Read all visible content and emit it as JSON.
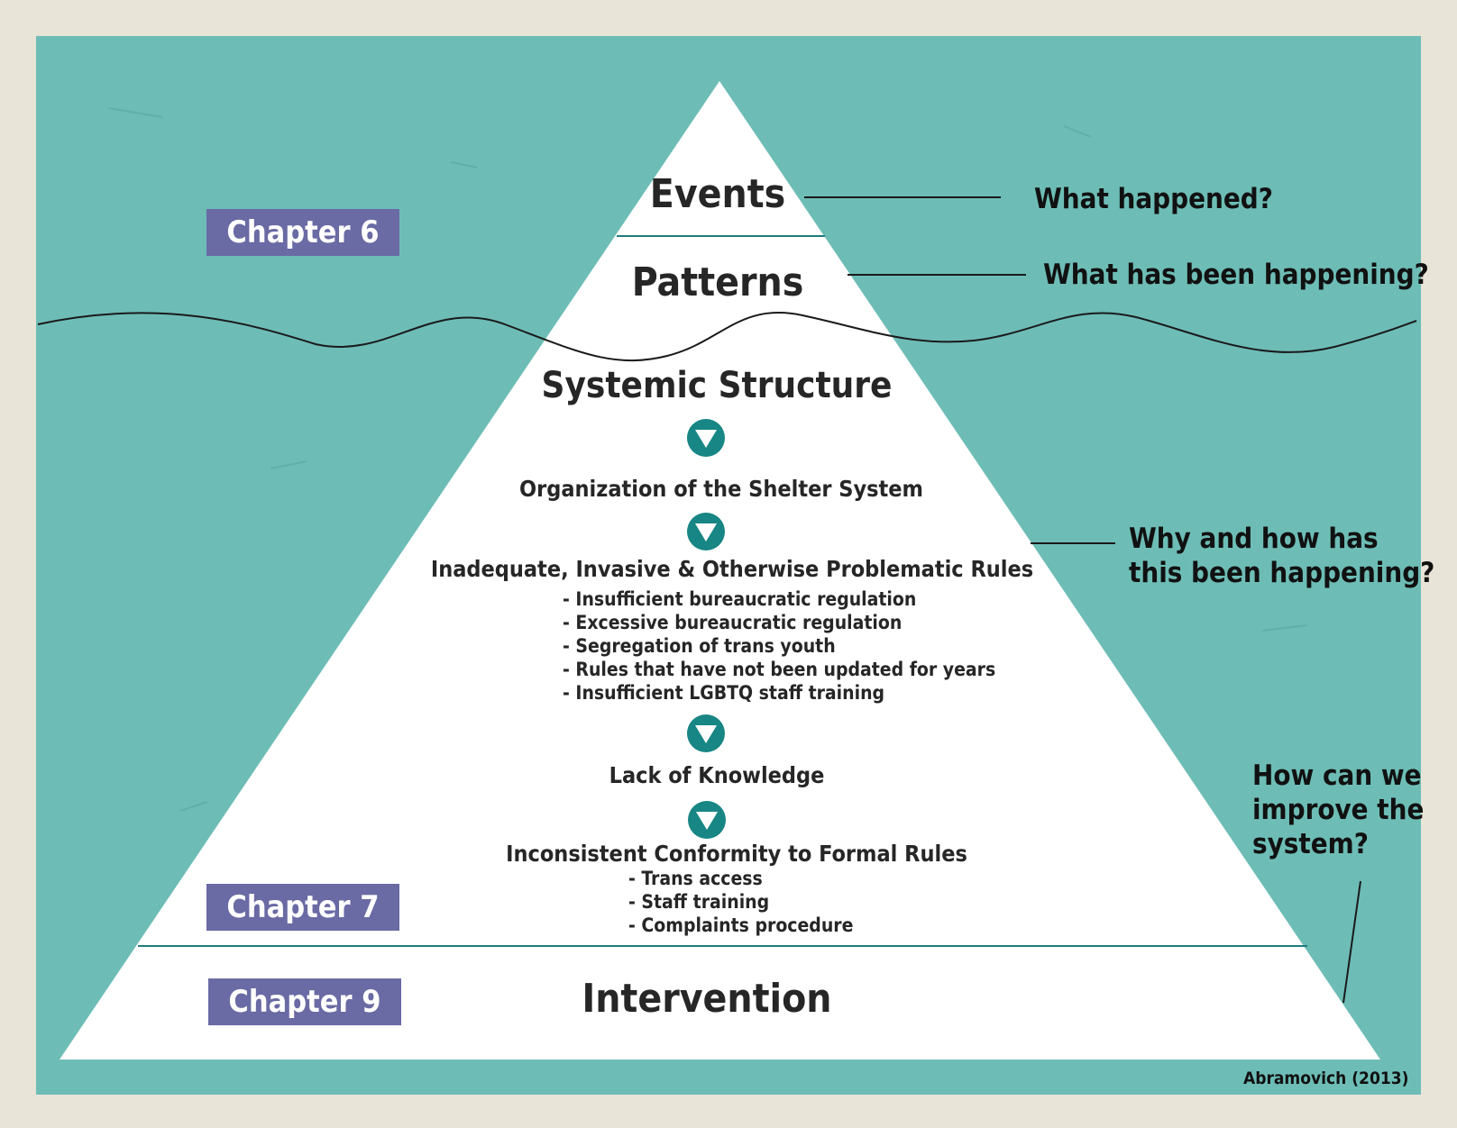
{
  "colors": {
    "border": "#e9e4d8",
    "teal_background": "#6dbdb6",
    "pyramid": "#ffffff",
    "chapter_label": "#6a6aa4",
    "arrow_circle": "#178684",
    "text": "#262626"
  },
  "chapters": [
    {
      "label": "Chapter 6"
    },
    {
      "label": "Chapter 7"
    },
    {
      "label": "Chapter 9"
    }
  ],
  "levels": {
    "events": "Events",
    "patterns": "Patterns",
    "systemic_structure": "Systemic Structure",
    "intervention": "Intervention"
  },
  "structure_items": [
    {
      "title": "Organization of the Shelter System",
      "subitems": []
    },
    {
      "title": "Inadequate, Invasive & Otherwise Problematic Rules",
      "subitems": [
        "- Insufficient bureaucratic regulation",
        "- Excessive bureaucratic regulation",
        "- Segregation of trans youth",
        "- Rules that have not been updated for years",
        "- Insufficient LGBTQ staff training"
      ]
    },
    {
      "title": "Lack of Knowledge",
      "subitems": []
    },
    {
      "title": "Inconsistent Conformity to Formal Rules",
      "subitems": [
        "- Trans access",
        "- Staff training",
        "- Complaints procedure"
      ]
    }
  ],
  "questions": {
    "events": "What happened?",
    "patterns": "What has been happening?",
    "structure_line1": "Why and how has",
    "structure_line2": "this been happening?",
    "intervention_line1": "How can we",
    "intervention_line2": "improve the",
    "intervention_line3": "system?"
  },
  "arrow_icon": "down-triangle-in-circle-icon",
  "citation": "Abramovich (2013)"
}
